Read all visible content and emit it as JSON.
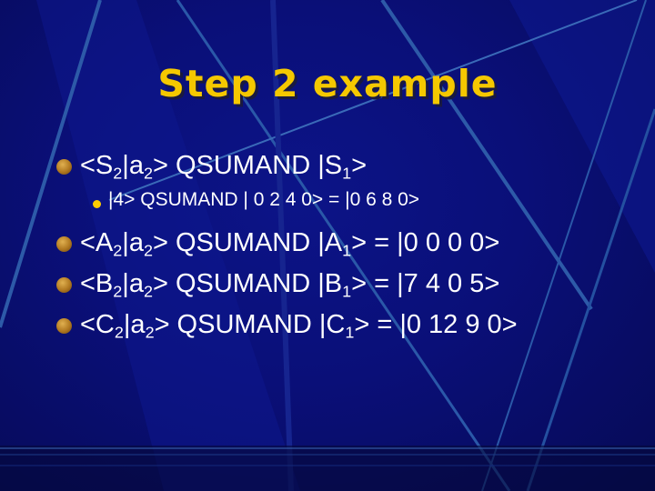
{
  "slide": {
    "title": "Step 2 example",
    "bullets": [
      {
        "level": 1,
        "parts": [
          {
            "t": "<S"
          },
          {
            "s": "2"
          },
          {
            "t": "|a"
          },
          {
            "s": "2"
          },
          {
            "t": "> QSUMAND |S"
          },
          {
            "s": "1"
          },
          {
            "t": ">"
          }
        ]
      },
      {
        "level": 2,
        "parts": [
          {
            "t": "|4> QSUMAND | 0 2 4 0> = |0 6 8 0>"
          }
        ]
      },
      {
        "level": 1,
        "parts": [
          {
            "t": "<A"
          },
          {
            "s": "2"
          },
          {
            "t": "|a"
          },
          {
            "s": "2"
          },
          {
            "t": "> QSUMAND |A"
          },
          {
            "s": "1"
          },
          {
            "t": "> = |0 0 0 0>"
          }
        ]
      },
      {
        "level": 1,
        "parts": [
          {
            "t": "<B"
          },
          {
            "s": "2"
          },
          {
            "t": "|a"
          },
          {
            "s": "2"
          },
          {
            "t": "> QSUMAND |B"
          },
          {
            "s": "1"
          },
          {
            "t": "> = |7 4 0 5>"
          }
        ]
      },
      {
        "level": 1,
        "parts": [
          {
            "t": "<C"
          },
          {
            "s": "2"
          },
          {
            "t": "|a"
          },
          {
            "s": "2"
          },
          {
            "t": "> QSUMAND |C"
          },
          {
            "s": "1"
          },
          {
            "t": "> = |0 12 9 0>"
          }
        ]
      }
    ]
  },
  "colors": {
    "background": "#0a0f78",
    "title": "#f5c800",
    "text": "#ffffff",
    "sub_bullet": "#ffcc00"
  }
}
